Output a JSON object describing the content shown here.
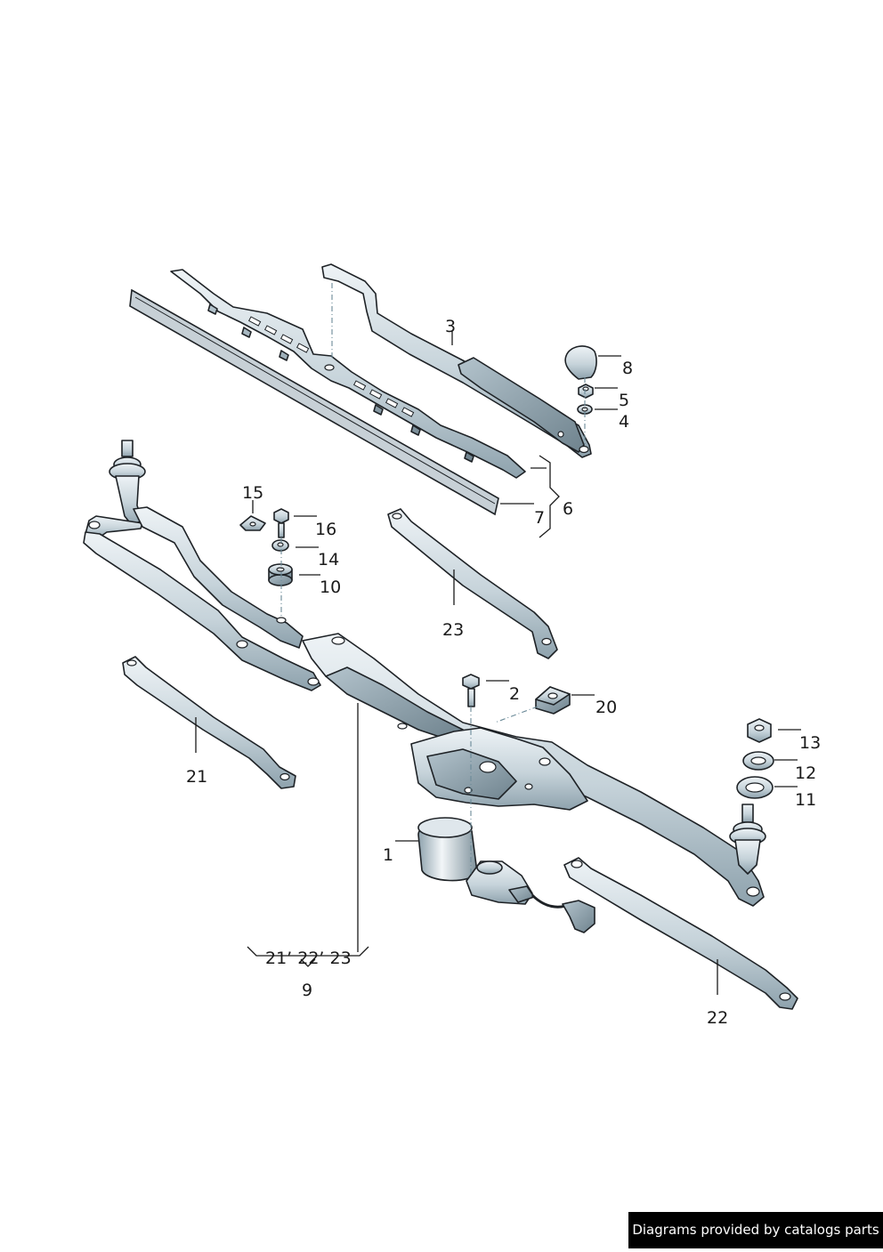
{
  "callouts": {
    "c1": "1",
    "c2": "2",
    "c3": "3",
    "c4": "4",
    "c5": "5",
    "c6": "6",
    "c7": "7",
    "c8": "8",
    "c9": "9",
    "c10": "10",
    "c11": "11",
    "c12": "12",
    "c13": "13",
    "c14": "14",
    "c15": "15",
    "c16": "16",
    "c20": "20",
    "c21": "21",
    "c22": "22",
    "c23": "23",
    "c9_contents": "21’ 22’ 23"
  },
  "credit": "Diagrams provided by catalogs parts",
  "colors": {
    "metal_light": "#e8eef1",
    "metal_mid": "#b9c7cf",
    "metal_dark": "#7d8f99",
    "ink": "#1e2226",
    "dash": "#6b8a98"
  }
}
